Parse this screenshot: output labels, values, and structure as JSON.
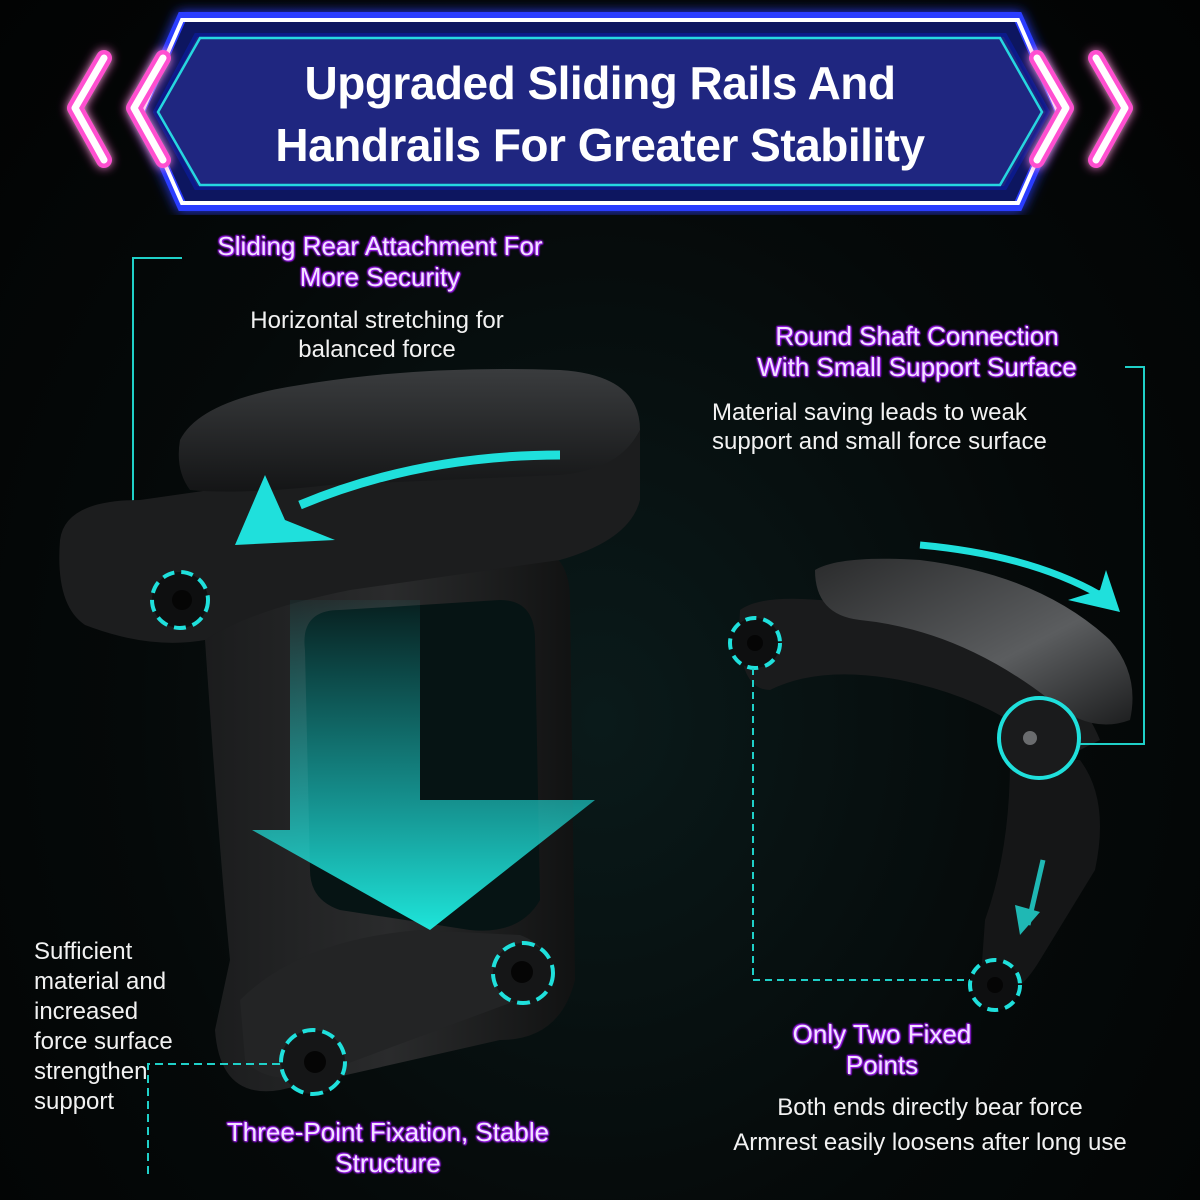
{
  "banner": {
    "title_line1": "Upgraded Sliding Rails And",
    "title_line2": "Handrails For Greater Stability",
    "fill_color": "#1f2680",
    "inner_border_color": "#26d7e0",
    "outer_border_color": "#ffffff",
    "glow_color": "#2a3cff",
    "chevron_color": "#ff4fd0",
    "left_icon": "double-chevron-left-icon",
    "right_icon": "double-chevron-right-icon"
  },
  "left_armrest": {
    "top_callout": {
      "heading_line1": "Sliding Rear Attachment For",
      "heading_line2": "More Security",
      "desc_line1": "Horizontal stretching for",
      "desc_line2": "balanced force"
    },
    "side_callout": {
      "lines": [
        "Sufficient",
        "material and",
        "increased",
        "force surface",
        "strengthen",
        "support"
      ]
    },
    "bottom_callout": {
      "heading_line1": "Three-Point Fixation, Stable",
      "heading_line2": "Structure"
    }
  },
  "right_armrest": {
    "top_callout": {
      "heading_line1": "Round Shaft Connection",
      "heading_line2": "With Small Support Surface",
      "desc_line1": "Material saving leads to weak",
      "desc_line2": "support and small force surface"
    },
    "bottom_callout": {
      "heading_line1": "Only Two Fixed",
      "heading_line2": "Points",
      "desc_line1": "Both ends directly bear force",
      "desc_line2": "Armrest easily loosens after long use"
    }
  },
  "colors": {
    "accent_cyan": "#1fe0dc",
    "heading_purple": "#a020f0",
    "text_white": "#f2f2f2",
    "background": "#050909"
  }
}
